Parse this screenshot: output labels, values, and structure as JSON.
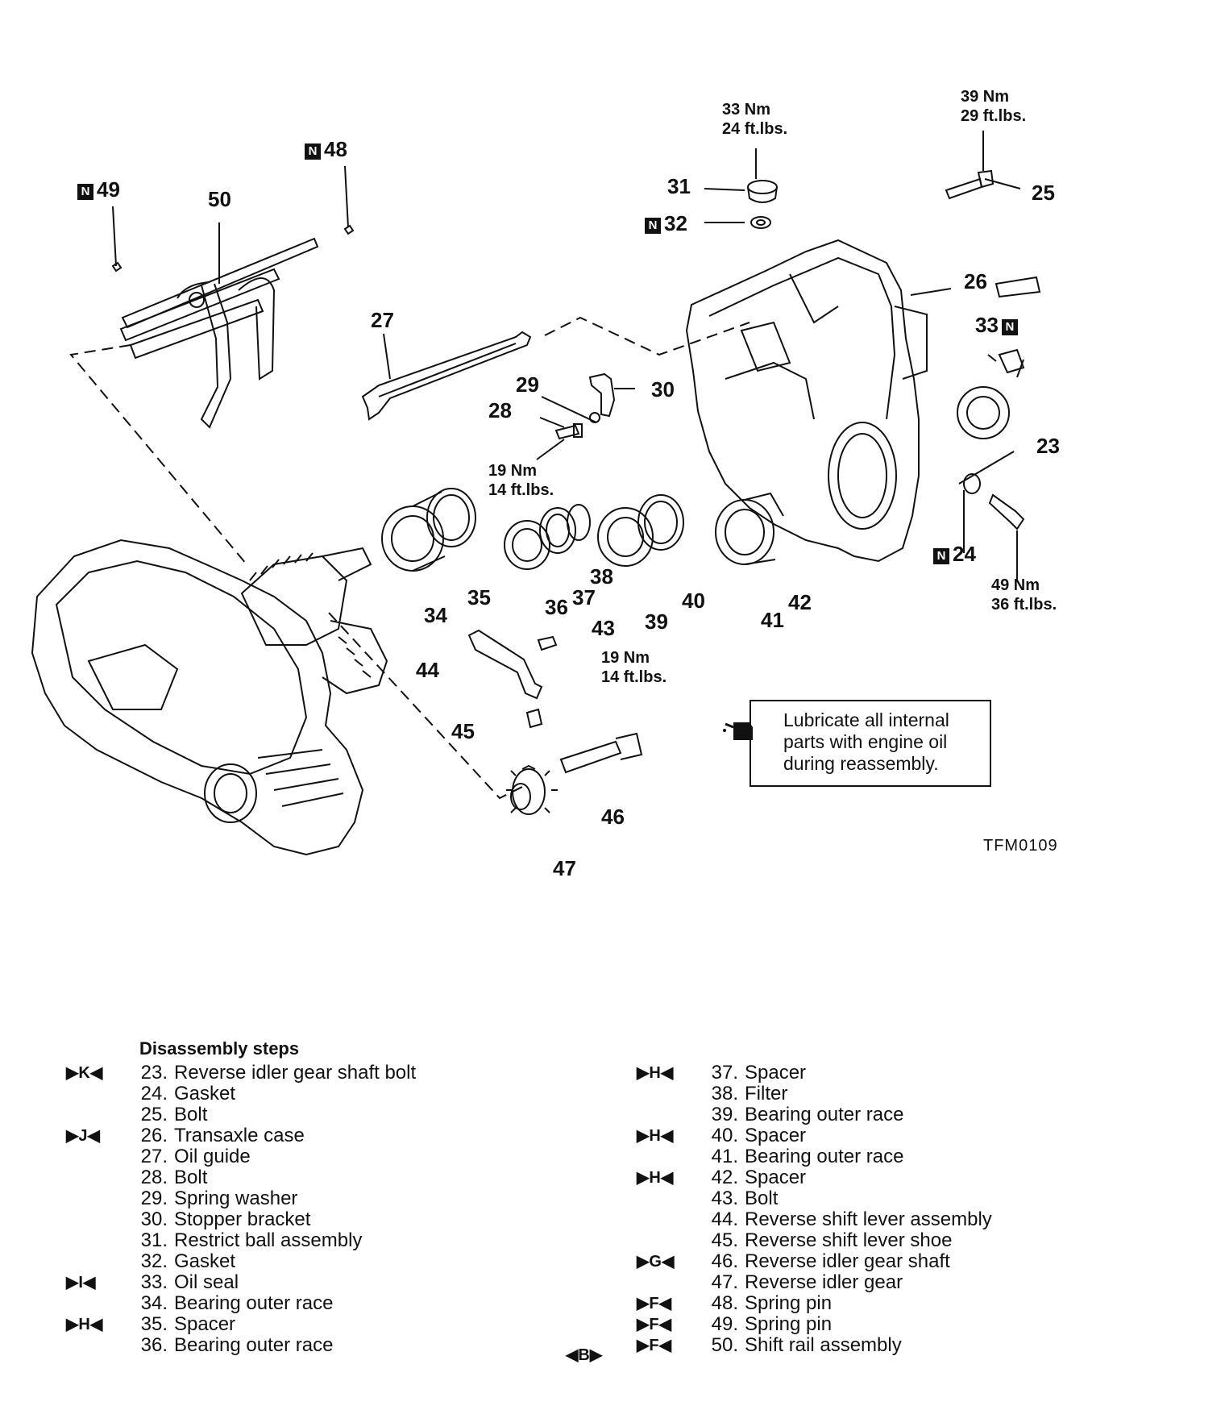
{
  "callouts": {
    "c23": "23",
    "c24": "24",
    "c25": "25",
    "c26": "26",
    "c27": "27",
    "c28": "28",
    "c29": "29",
    "c30": "30",
    "c31": "31",
    "c32": "32",
    "c33": "33",
    "c34": "34",
    "c35": "35",
    "c36": "36",
    "c37": "37",
    "c38": "38",
    "c39": "39",
    "c40": "40",
    "c41": "41",
    "c42": "42",
    "c43": "43",
    "c44": "44",
    "c45": "45",
    "c46": "46",
    "c47": "47",
    "c48": "48",
    "c49": "49",
    "c50": "50"
  },
  "new_part_badge": "N",
  "torque": {
    "t31_nm": "33 Nm",
    "t31_ft": "24 ft.lbs.",
    "t25_nm": "39 Nm",
    "t25_ft": "29 ft.lbs.",
    "t28_nm": "19 Nm",
    "t28_ft": "14 ft.lbs.",
    "t43_nm": "19 Nm",
    "t43_ft": "14 ft.lbs.",
    "t23_nm": "49 Nm",
    "t23_ft": "36 ft.lbs."
  },
  "note": {
    "line1": "Lubricate all internal",
    "line2": "parts with engine oil",
    "line3": "during reassembly."
  },
  "figure_ref": "TFM0109",
  "steps_title": "Disassembly steps",
  "steps_left": [
    {
      "mark": "▶K◀",
      "num": "23.",
      "label": "Reverse idler gear shaft bolt"
    },
    {
      "mark": "",
      "num": "24.",
      "label": "Gasket"
    },
    {
      "mark": "",
      "num": "25.",
      "label": "Bolt"
    },
    {
      "mark": "▶J◀",
      "num": "26.",
      "label": "Transaxle case"
    },
    {
      "mark": "",
      "num": "27.",
      "label": "Oil guide"
    },
    {
      "mark": "",
      "num": "28.",
      "label": "Bolt"
    },
    {
      "mark": "",
      "num": "29.",
      "label": "Spring washer"
    },
    {
      "mark": "",
      "num": "30.",
      "label": "Stopper bracket"
    },
    {
      "mark": "",
      "num": "31.",
      "label": "Restrict ball assembly"
    },
    {
      "mark": "",
      "num": "32.",
      "label": "Gasket"
    },
    {
      "mark": "▶I◀",
      "num": "33.",
      "label": "Oil seal"
    },
    {
      "mark": "",
      "num": "34.",
      "label": "Bearing outer race"
    },
    {
      "mark": "▶H◀",
      "num": "35.",
      "label": "Spacer"
    },
    {
      "mark": "",
      "num": "36.",
      "label": "Bearing outer race"
    }
  ],
  "steps_right": [
    {
      "mark": "▶H◀",
      "num": "37.",
      "label": "Spacer"
    },
    {
      "mark": "",
      "num": "38.",
      "label": "Filter"
    },
    {
      "mark": "",
      "num": "39.",
      "label": "Bearing outer race"
    },
    {
      "mark": "▶H◀",
      "num": "40.",
      "label": "Spacer"
    },
    {
      "mark": "",
      "num": "41.",
      "label": "Bearing outer race"
    },
    {
      "mark": "▶H◀",
      "num": "42.",
      "label": "Spacer"
    },
    {
      "mark": "",
      "num": "43.",
      "label": "Bolt"
    },
    {
      "mark": "",
      "num": "44.",
      "label": "Reverse shift lever assembly"
    },
    {
      "mark": "",
      "num": "45.",
      "label": "Reverse shift lever shoe"
    },
    {
      "mark": "▶G◀",
      "num": "46.",
      "label": "Reverse idler gear shaft"
    },
    {
      "mark": "",
      "num": "47.",
      "label": "Reverse idler gear"
    },
    {
      "mark": "▶F◀",
      "num": "48.",
      "label": "Spring pin"
    },
    {
      "mark": "▶F◀",
      "num": "49.",
      "label": "Spring pin"
    },
    {
      "mark": "▶F◀",
      "num": "50.",
      "label": "Shift rail assembly"
    }
  ],
  "step50_extra_mark": "◀B▶"
}
